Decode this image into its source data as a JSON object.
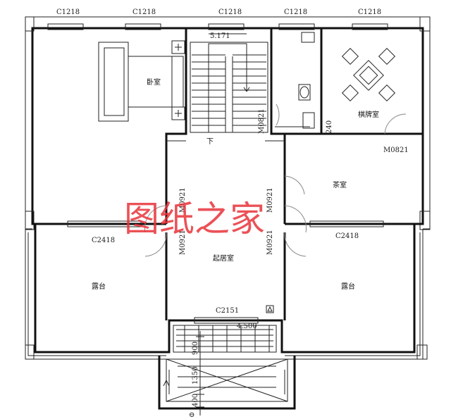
{
  "plan": {
    "windows_top": [
      "C1218",
      "C1218",
      "C1218",
      "C1218",
      "C1218"
    ],
    "rooms": {
      "bedroom": "卧室",
      "chess_room": "棋牌室",
      "tea_room": "茶室",
      "living_room": "起居室",
      "terrace_left": "露台",
      "terrace_right": "露台"
    },
    "stair_elevation": "5.171",
    "stair_down": "下",
    "doors": {
      "m0821_bath": "M0821",
      "m0821_chess": "M0821",
      "m0921_left_upper": "M0921",
      "m0921_left_lower": "M0921",
      "m0921_right_upper": "M0921",
      "m0921_right_lower": "M0921"
    },
    "dim_240": "240",
    "windows": {
      "c2418_left": "C2418",
      "c2418_right": "C2418",
      "c2151": "C2151"
    },
    "elevation_bottom": "4.500",
    "dims_bottom": {
      "d900": "900",
      "d1350": "1350",
      "d400": "400"
    },
    "axis_tick": "⊖",
    "watermark": "图纸之家"
  }
}
